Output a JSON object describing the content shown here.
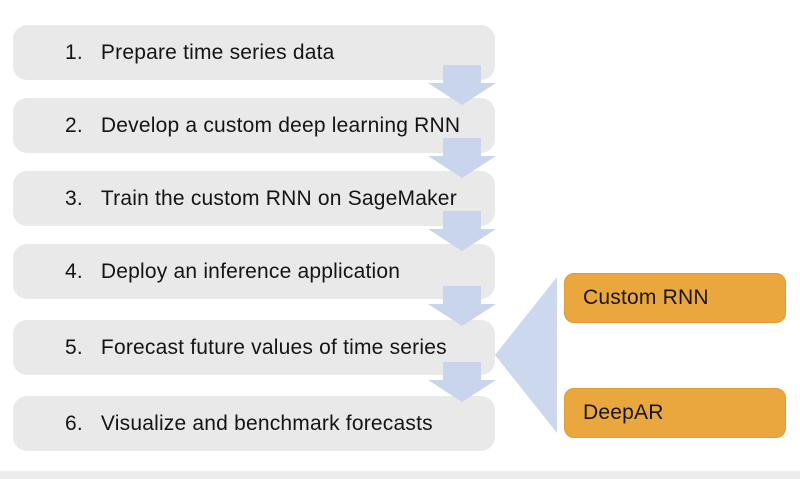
{
  "diagram": {
    "steps": [
      {
        "number": "1.",
        "label": "Prepare time series data"
      },
      {
        "number": "2.",
        "label": "Develop a custom deep learning RNN"
      },
      {
        "number": "3.",
        "label": "Train the custom RNN on SageMaker"
      },
      {
        "number": "4.",
        "label": "Deploy an inference application"
      },
      {
        "number": "5.",
        "label": "Forecast future values of time series"
      },
      {
        "number": "6.",
        "label": "Visualize and benchmark forecasts"
      }
    ],
    "outputs": [
      {
        "label": "Custom RNN"
      },
      {
        "label": "DeepAR"
      }
    ],
    "colors": {
      "step_box": "#e9e9e9",
      "arrow_blue": "#c9d5ec",
      "output_orange": "#eaa73d",
      "text": "#141414"
    }
  }
}
